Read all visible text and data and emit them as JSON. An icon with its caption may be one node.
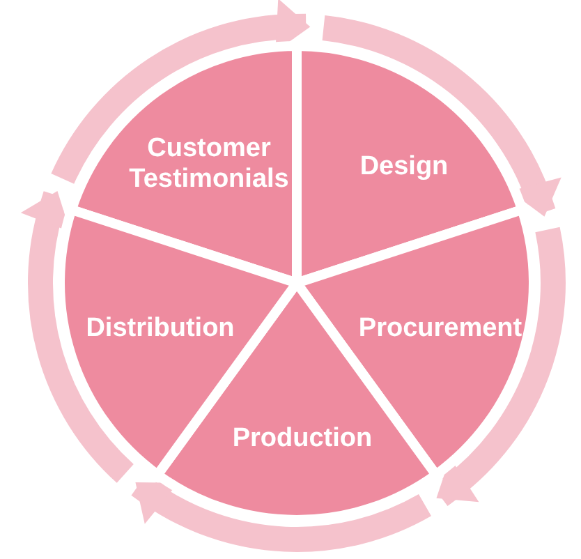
{
  "diagram": {
    "nodes": [
      {
        "text": [
          "Customer Testimonials"
        ]
      },
      {
        "text": [
          "Design"
        ]
      },
      {
        "text": [
          "Procurement"
        ]
      },
      {
        "text": [
          "Production"
        ]
      },
      {
        "text": [
          "Distribution"
        ]
      }
    ],
    "edges": [
      {
        "from": 0,
        "to": 1,
        "arrow": "to"
      },
      {
        "from": 1,
        "to": 2,
        "arrow": "to"
      },
      {
        "from": 2,
        "to": 3,
        "arrow": "to"
      },
      {
        "from": 3,
        "to": 4,
        "arrow": "to"
      },
      {
        "from": 4,
        "to": 0,
        "arrow": "to"
      }
    ]
  }
}
